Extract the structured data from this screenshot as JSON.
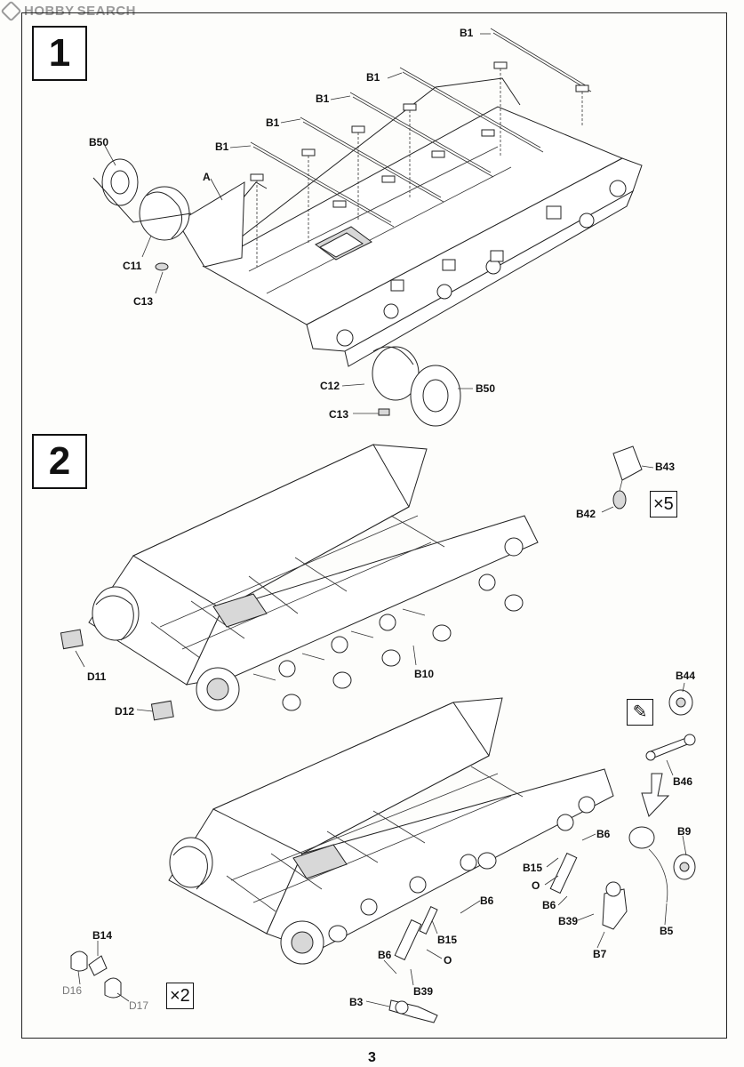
{
  "watermark": {
    "brand": "HOBBY",
    "suffix": "SEARCH"
  },
  "page_number": "3",
  "steps": [
    {
      "number": "1"
    },
    {
      "number": "2"
    }
  ],
  "multipliers": {
    "x5": "×5",
    "x2": "×2"
  },
  "callouts": {
    "s1_b1_top": "B1",
    "s1_b1_a": "B1",
    "s1_b1_b": "B1",
    "s1_b1_c": "B1",
    "s1_b1_d": "B1",
    "s1_b50_left": "B50",
    "s1_a": "A",
    "s1_c11": "C11",
    "s1_c13_top": "C13",
    "s1_c12": "C12",
    "s1_b50_right": "B50",
    "s1_c13_bottom": "C13",
    "s2_b43": "B43",
    "s2_b42": "B42",
    "s2_d11": "D11",
    "s2_d12": "D12",
    "s2_b10": "B10",
    "s2_b44": "B44",
    "s2_b46": "B46",
    "s2_b9": "B9",
    "s2_b6_right": "B6",
    "s2_b15_right": "B15",
    "s2_o_right": "O",
    "s2_b6_right2": "B6",
    "s2_b39_right": "B39",
    "s2_b7": "B7",
    "s2_b5": "B5",
    "s2_b6_mid": "B6",
    "s2_b15_mid": "B15",
    "s2_o_mid": "O",
    "s2_b6_low": "B6",
    "s2_b39_low": "B39",
    "s2_b3": "B3",
    "s2_b14": "B14",
    "s2_d16": "D16",
    "s2_d17": "D17"
  },
  "icons": {
    "no_cement": "no-cement-icon"
  }
}
